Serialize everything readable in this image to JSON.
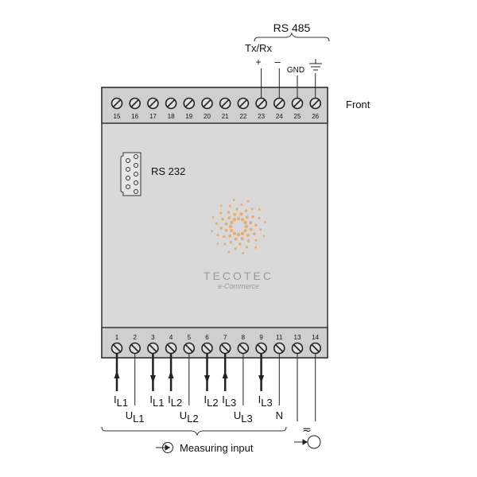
{
  "top_terminals": [
    "15",
    "16",
    "17",
    "18",
    "19",
    "20",
    "21",
    "22",
    "23",
    "24",
    "25",
    "26"
  ],
  "bottom_terminals": [
    "1",
    "2",
    "3",
    "4",
    "5",
    "6",
    "7",
    "8",
    "9",
    "11",
    "13",
    "14"
  ],
  "labels": {
    "rs485": "RS 485",
    "txrx": "Tx/Rx",
    "plus": "+",
    "minus": "–",
    "gnd": "GND",
    "front": "Front",
    "rs232": "RS 232",
    "measuring_input": "Measuring input",
    "aux_symbol": "≂"
  },
  "logo": {
    "name": "TECOTEC",
    "tagline": "e-Commerce"
  },
  "current_labels": [
    {
      "terminal": "1",
      "base": "I",
      "sub": "L1",
      "direction": "up"
    },
    {
      "terminal": "3",
      "base": "I",
      "sub": "L1",
      "direction": "down"
    },
    {
      "terminal": "4",
      "base": "I",
      "sub": "L2",
      "direction": "up"
    },
    {
      "terminal": "6",
      "base": "I",
      "sub": "L2",
      "direction": "down"
    },
    {
      "terminal": "7",
      "base": "I",
      "sub": "L3",
      "direction": "up"
    },
    {
      "terminal": "9",
      "base": "I",
      "sub": "L3",
      "direction": "down"
    }
  ],
  "voltage_labels": [
    {
      "terminal": "2",
      "base": "U",
      "sub": "L1"
    },
    {
      "terminal": "5",
      "base": "U",
      "sub": "L2"
    },
    {
      "terminal": "8",
      "base": "U",
      "sub": "L3"
    },
    {
      "terminal": "11",
      "base": "N",
      "sub": ""
    }
  ],
  "colors": {
    "housing": "#d9d9d9",
    "strip": "#cfcfcf",
    "logo": "#e8a15a",
    "line": "#222222"
  }
}
